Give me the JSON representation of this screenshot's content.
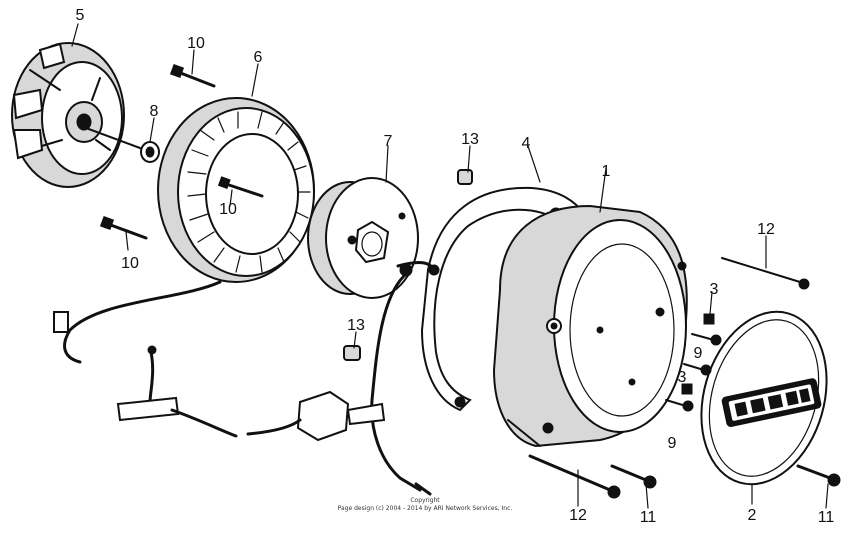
{
  "callouts": [
    {
      "id": "c1",
      "label": "1"
    },
    {
      "id": "c2",
      "label": "2"
    },
    {
      "id": "c3a",
      "label": "3"
    },
    {
      "id": "c3b",
      "label": "3"
    },
    {
      "id": "c4",
      "label": "4"
    },
    {
      "id": "c5",
      "label": "5"
    },
    {
      "id": "c6",
      "label": "6"
    },
    {
      "id": "c7",
      "label": "7"
    },
    {
      "id": "c8",
      "label": "8"
    },
    {
      "id": "c9a",
      "label": "9"
    },
    {
      "id": "c9b",
      "label": "9"
    },
    {
      "id": "c10a",
      "label": "10"
    },
    {
      "id": "c10b",
      "label": "10"
    },
    {
      "id": "c10c",
      "label": "10"
    },
    {
      "id": "c11a",
      "label": "11"
    },
    {
      "id": "c11b",
      "label": "11"
    },
    {
      "id": "c12a",
      "label": "12"
    },
    {
      "id": "c12b",
      "label": "12"
    },
    {
      "id": "c13a",
      "label": "13"
    },
    {
      "id": "c13b",
      "label": "13"
    }
  ],
  "copyright": {
    "line1": "Copyright",
    "line2": "Page design (c) 2004 - 2014 by ARI Network Services, Inc."
  }
}
